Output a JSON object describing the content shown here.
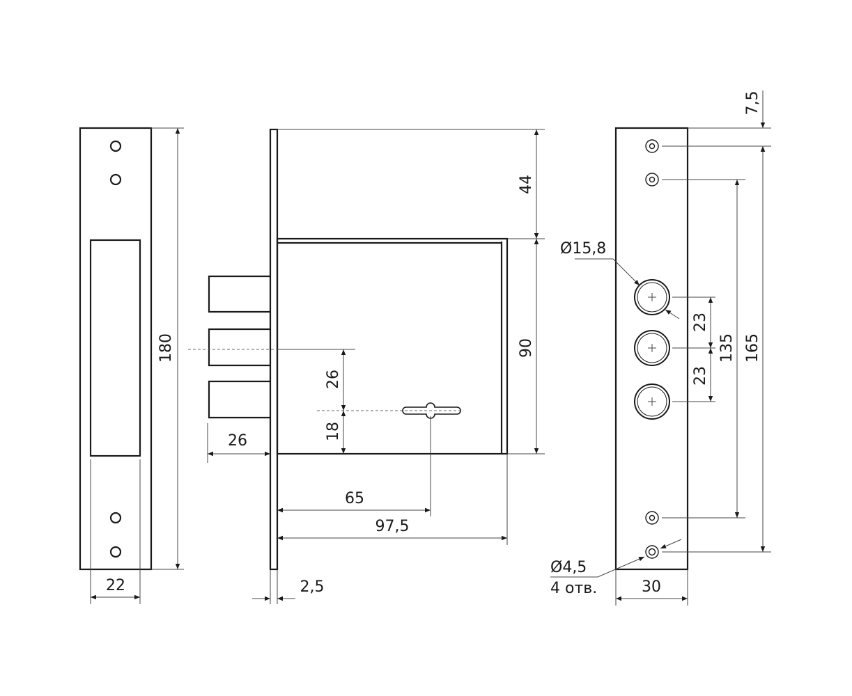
{
  "diagram": {
    "strike_plate": {
      "height": "180",
      "width": "22"
    },
    "lock_body": {
      "top_offset": "44",
      "body_height": "90",
      "bolt_to_key": "26",
      "key_to_bottom": "18",
      "bolt_throw": "26",
      "backset": "65",
      "body_depth": "97,5",
      "faceplate_thickness": "2,5"
    },
    "faceplate": {
      "top_hole_offset": "7,5",
      "bolt_hole_diameter": "Ø15,8",
      "bolt_spacing_1": "23",
      "bolt_spacing_2": "23",
      "inner_hole_spacing": "135",
      "outer_hole_spacing": "165",
      "screw_hole_diameter": "Ø4,5",
      "screw_hole_count": "4 отв.",
      "width": "30"
    }
  }
}
